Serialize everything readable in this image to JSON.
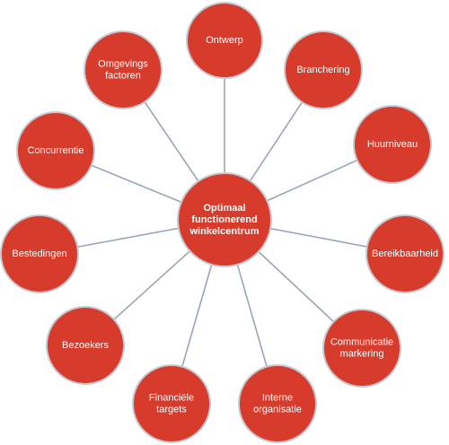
{
  "diagram": {
    "center": {
      "label_lines": [
        "Optimaal",
        "functionerend",
        "winkelcentrum"
      ]
    },
    "nodes": [
      {
        "id": "ontwerp",
        "label_lines": [
          "Ontwerp"
        ]
      },
      {
        "id": "branchering",
        "label_lines": [
          "Branchering"
        ]
      },
      {
        "id": "huurniveau",
        "label_lines": [
          "Huurniveau"
        ]
      },
      {
        "id": "bereikbaarheid",
        "label_lines": [
          "Bereikbaarheid"
        ]
      },
      {
        "id": "communicatie-markering",
        "label_lines": [
          "Communicatie",
          "markering"
        ]
      },
      {
        "id": "interne-organisatie",
        "label_lines": [
          "Interne",
          "organisatie"
        ]
      },
      {
        "id": "financiele-targets",
        "label_lines": [
          "Financiële",
          "targets"
        ]
      },
      {
        "id": "bezoekers",
        "label_lines": [
          "Bezoekers"
        ]
      },
      {
        "id": "bestedingen",
        "label_lines": [
          "Bestedingen"
        ]
      },
      {
        "id": "concurrentie",
        "label_lines": [
          "Concurrentie"
        ]
      },
      {
        "id": "omgevingsfactoren",
        "label_lines": [
          "Omgevings",
          "factoren"
        ]
      }
    ],
    "colors": {
      "node_fill": "#d63b2c",
      "node_outline": "#c4c9d2",
      "connector": "#9aa5b5",
      "text": "#ffffff"
    }
  }
}
